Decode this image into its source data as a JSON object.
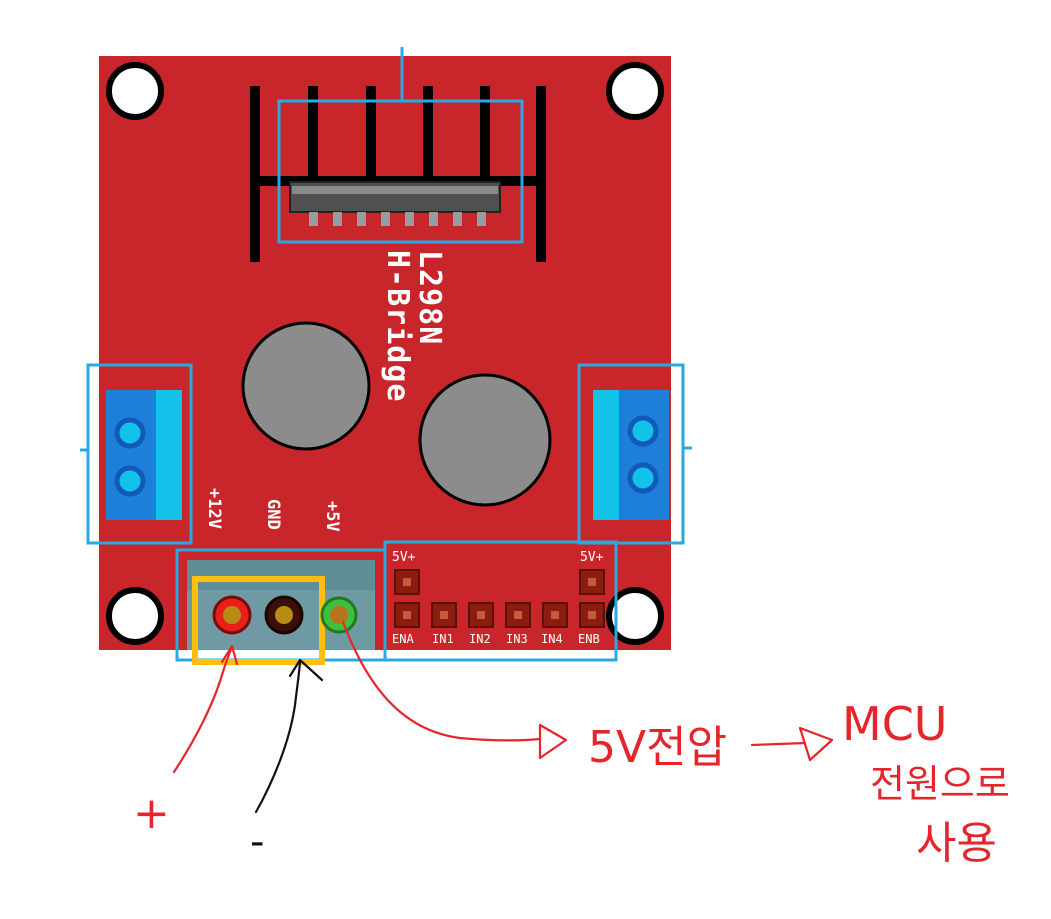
{
  "board": {
    "chip_name": "L298N",
    "chip_subtitle": "H-Bridge",
    "power_labels": [
      "+12V",
      "GND",
      "+5V"
    ],
    "header_top_labels": [
      "5V+",
      "5V+"
    ],
    "header_bottom_labels": [
      "ENA",
      "IN1",
      "IN2",
      "IN3",
      "IN4",
      "ENB"
    ]
  },
  "annotations": {
    "plus_label": "+",
    "minus_label": "-",
    "voltage_note": "5V전압",
    "target_note": "MCU",
    "usage_line1": "전원으로",
    "usage_line2": "사용"
  },
  "colors": {
    "board": "#c8262a",
    "highlight_blue": "#2aa8e0",
    "highlight_yellow": "#ffbe10",
    "terminal_blue": "#1e7fd8",
    "terminal_cyan": "#12c2e8",
    "pin_red": "#e8201c",
    "pin_brown": "#3a1006",
    "pin_green": "#3fbf3f",
    "pen_red": "#e4262c",
    "pen_black": "#111111"
  }
}
